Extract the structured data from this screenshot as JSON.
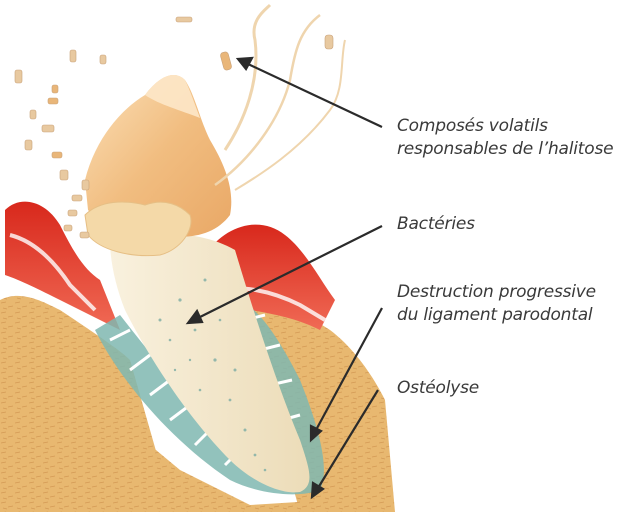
{
  "labels": {
    "volatile_compounds": {
      "line1": "Composés volatils",
      "line2": "responsables de l’halitose"
    },
    "bacteria": "Bactéries",
    "ligament_destruction": {
      "line1": "Destruction progressive",
      "line2": "du ligament parodontal"
    },
    "osteolysis": "Ostéolyse"
  },
  "colors": {
    "bone": "#e8b870",
    "gum": "#e23a2a",
    "tooth_crown": "#f2c690",
    "root": "#f4ead2",
    "ligament": "#7fb7b0",
    "arrow": "#2b2b2b"
  }
}
